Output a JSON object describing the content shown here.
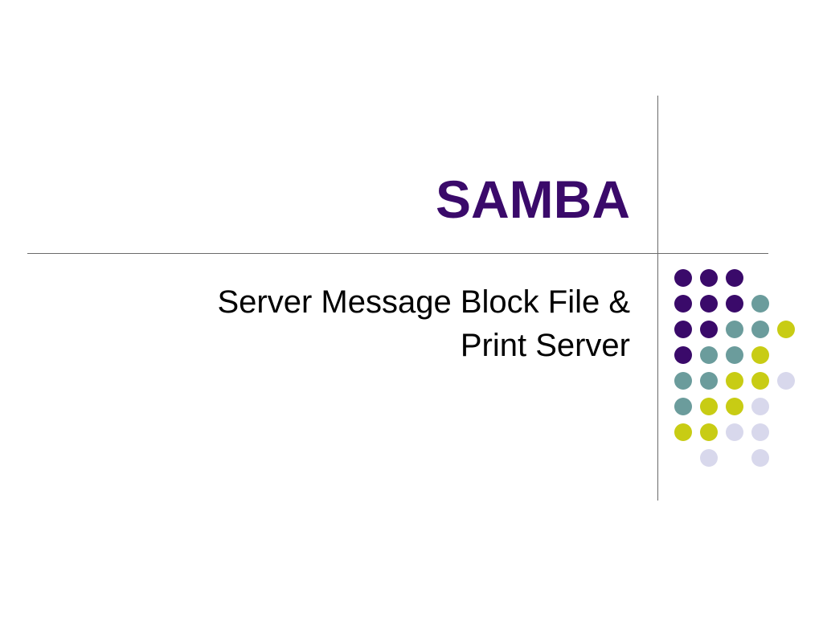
{
  "slide": {
    "title": "SAMBA",
    "subtitle_lines": [
      "Server Message Block File &",
      "Print Server"
    ]
  },
  "colors": {
    "title": "#3a0a6a",
    "dark_purple": "#3a0a6a",
    "teal": "#6b9c9c",
    "lime": "#c8cc14",
    "lavender": "#d8d8ec",
    "rule": "#6b6b6b"
  },
  "dot_grid": [
    [
      "dark_purple",
      "dark_purple",
      "dark_purple",
      null,
      null
    ],
    [
      "dark_purple",
      "dark_purple",
      "dark_purple",
      "teal",
      null
    ],
    [
      "dark_purple",
      "dark_purple",
      "teal",
      "teal",
      "lime"
    ],
    [
      "dark_purple",
      "teal",
      "teal",
      "lime",
      null
    ],
    [
      "teal",
      "teal",
      "lime",
      "lime",
      "lavender"
    ],
    [
      "teal",
      "lime",
      "lime",
      "lavender",
      null
    ],
    [
      "lime",
      "lime",
      "lavender",
      "lavender",
      null
    ],
    [
      null,
      "lavender",
      null,
      "lavender",
      null
    ]
  ]
}
